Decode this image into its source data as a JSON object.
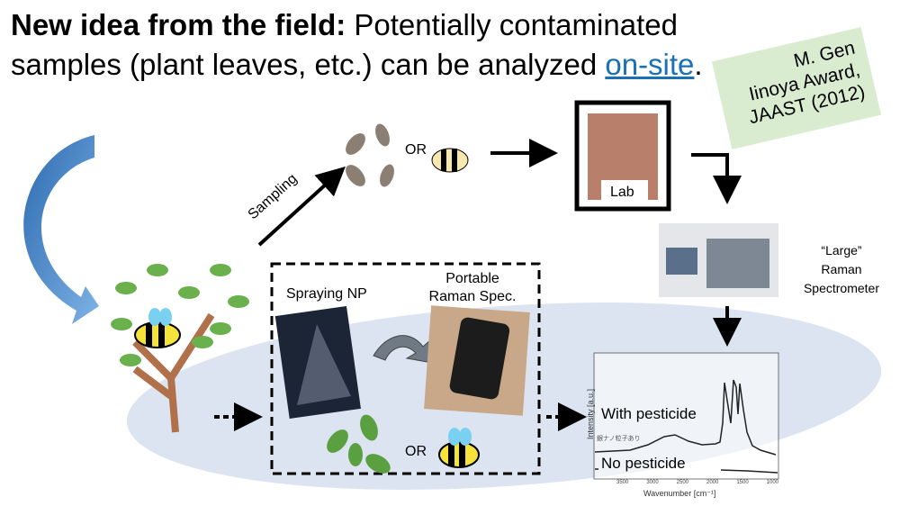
{
  "title": {
    "bold": "New idea from the field:",
    "rest": " Potentially contaminated samples (plant leaves, etc.) can be analyzed ",
    "link": "on-site",
    "end": "."
  },
  "award": {
    "line1": "M. Gen",
    "line2": "Iinoya Award,",
    "line3": "JAAST (2012)"
  },
  "labels": {
    "sampling": "Sampling",
    "or_top": "OR",
    "lab": "Lab",
    "large": "“Large”",
    "raman": "Raman",
    "spectrometer": "Spectrometer",
    "spraying": "Spraying NP",
    "portable1": "Portable",
    "portable2": "Raman Spec.",
    "or_bottom": "OR"
  },
  "chart_data": {
    "type": "line",
    "xlabel": "Wavenumber [cm⁻¹]",
    "ylabel": "Intensity [a.u.]",
    "xticks": [
      "3500",
      "3000",
      "2500",
      "2000",
      "1500",
      "1000"
    ],
    "series": [
      {
        "name": "With pesticide",
        "note": "銀ナノ粒子あり"
      },
      {
        "name": "No pesticide"
      }
    ]
  },
  "colors": {
    "ellipse": "#dbe4f0",
    "arrow_blue": "#4a8ccc",
    "award_bg": "#d9ecd0",
    "link": "#1a6fb5"
  }
}
